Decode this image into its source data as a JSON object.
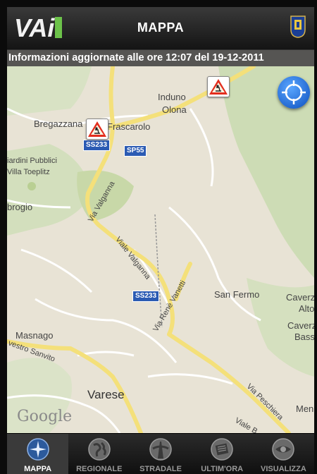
{
  "header": {
    "logo_text": "VAi",
    "title": "MAPPA"
  },
  "infobar": {
    "text": "Informazioni aggiornate alle ore 12:07 del 19-12-2011"
  },
  "map": {
    "labels": {
      "induno": "Induno",
      "olona": "Olona",
      "bregazzana": "Bregazzana",
      "frascarolo": "Frascarolo",
      "giardini": "iardini Pubblici",
      "villa": "Villa Toeplitz",
      "brogio": "brogio",
      "via_valganna": "Via Valganna",
      "viale_valganna": "Viale Valganna",
      "via_rene_vanetti": "Via Renè Vanetti",
      "san_fermo": "San Fermo",
      "caverzio": "Caverz",
      "alto": "Alto",
      "caverzio2": "Caverz",
      "basso": "Basso",
      "masnago": "Masnago",
      "vestro_sanvito": "vestro Sanvito",
      "varese": "Varese",
      "via_peschiera": "Via Peschiera",
      "menaggio": "Men",
      "viale_b": "Viale B",
      "google": "Google"
    },
    "shields": {
      "ss233_top": "SS233",
      "sp55": "SP55",
      "ss233_mid": "SS233"
    }
  },
  "tabs": [
    {
      "label": "MAPPA",
      "icon": "compass-icon",
      "active": true
    },
    {
      "label": "REGIONALE",
      "icon": "globe-icon",
      "active": false
    },
    {
      "label": "STRADALE",
      "icon": "road-icon",
      "active": false
    },
    {
      "label": "ULTIM'ORA",
      "icon": "news-icon",
      "active": false
    },
    {
      "label": "VISUALIZZA",
      "icon": "eye-icon",
      "active": false
    }
  ]
}
